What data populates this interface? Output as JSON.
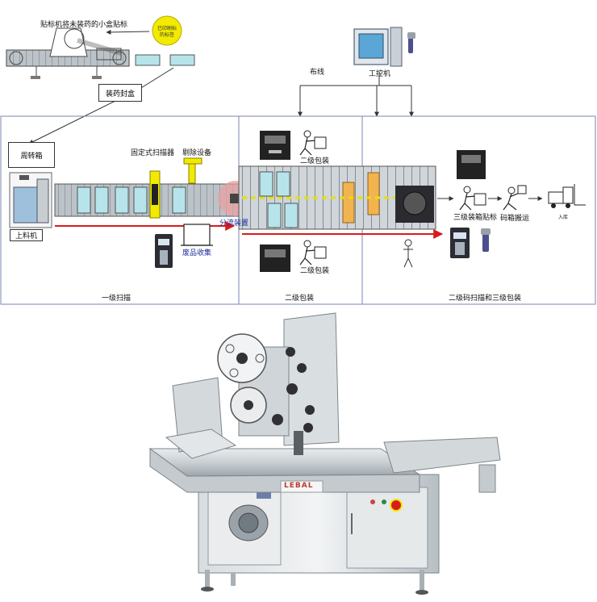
{
  "top_diagram": {
    "labeler_note": "贴标机将未装药的小盒贴标",
    "printed_label_badge": [
      "已印刷标",
      "的标签"
    ],
    "pack_seal": "装药封盒",
    "wiring": "布线",
    "industrial_pc": "工控机",
    "tote": "周转箱",
    "fixed_scanner": "固定式扫描器",
    "reject_device": "剔除设备",
    "loader": "上料机",
    "diverter": "分流装置",
    "waste_collect": "废品收集",
    "secondary_pack_top": "二级包装",
    "secondary_pack_bottom": "二级包装",
    "tertiary_label": "三级装箱贴标",
    "palletize": "码箱搬运",
    "warehouse": "入库",
    "section_primary": "一级扫描",
    "section_secondary": "二级包装",
    "section_tertiary": "二级码扫描和三级包装"
  },
  "machine_photo": {
    "brand": "LEBAL"
  },
  "colors": {
    "arrow_red": "#d81c1c",
    "scan_dash": "#e8e000",
    "conveyor": "#9aa3aa",
    "pack_box": "#b7e4ea",
    "label_orange": "#f2b450",
    "diverter_pink": "#e9a0a0"
  }
}
